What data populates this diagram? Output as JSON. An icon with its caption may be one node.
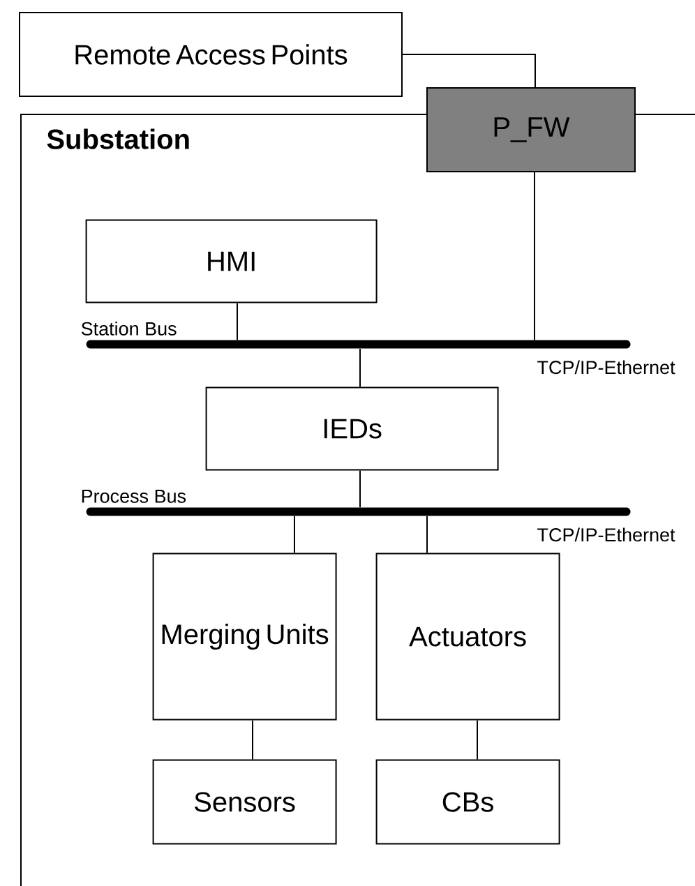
{
  "diagram": {
    "nodes": [
      {
        "text": [
          "Remote Access Points"
        ]
      },
      {
        "text": [
          "Substation"
        ]
      },
      {
        "text": [
          "P_FW"
        ]
      },
      {
        "text": [
          "HMI"
        ],
        "in": 1
      },
      {
        "text": [
          "Station Bus"
        ],
        "beside": [
          "TCP/IP-Ethernet"
        ],
        "in": 1
      },
      {
        "text": [
          "IEDs"
        ],
        "in": 1
      },
      {
        "text": [
          "Process Bus"
        ],
        "beside": [
          "TCP/IP-Ethernet"
        ],
        "in": 1
      },
      {
        "text": [
          "Merging Units"
        ],
        "in": 1
      },
      {
        "text": [
          "Actuators"
        ],
        "in": 1
      },
      {
        "text": [
          "Sensors"
        ],
        "in": 1
      },
      {
        "text": [
          "CBs"
        ],
        "in": 1
      }
    ],
    "edges": [
      {
        "from": 0,
        "to": 2,
        "arrow": "none"
      },
      {
        "from": 2,
        "to": 4,
        "arrow": "none"
      },
      {
        "from": 3,
        "to": 4,
        "arrow": "none"
      },
      {
        "from": 4,
        "to": 5,
        "arrow": "none"
      },
      {
        "from": 5,
        "to": 6,
        "arrow": "none"
      },
      {
        "from": 6,
        "to": 7,
        "arrow": "none"
      },
      {
        "from": 6,
        "to": 8,
        "arrow": "none"
      },
      {
        "from": 7,
        "to": 9,
        "arrow": "none"
      },
      {
        "from": 8,
        "to": 10,
        "arrow": "none"
      }
    ]
  }
}
